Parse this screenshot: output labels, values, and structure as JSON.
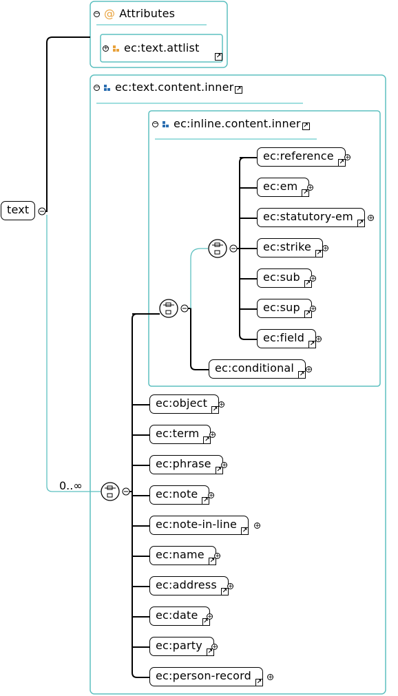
{
  "root": {
    "label": "text"
  },
  "attributes": {
    "title": "Attributes",
    "at_symbol": "@",
    "item": "ec:text.attlist"
  },
  "groups": {
    "outer": {
      "title": "ec:text.content.inner"
    },
    "inner": {
      "title": "ec:inline.content.inner"
    }
  },
  "cardinality": "0..∞",
  "inline_elements": [
    "ec:reference",
    "ec:em",
    "ec:statutory-em",
    "ec:strike",
    "ec:sub",
    "ec:sup",
    "ec:field"
  ],
  "conditional": "ec:conditional",
  "content_elements": [
    "ec:object",
    "ec:term",
    "ec:phrase",
    "ec:note",
    "ec:note-in-line",
    "ec:name",
    "ec:address",
    "ec:date",
    "ec:party",
    "ec:person-record"
  ],
  "icons": {
    "expand": "plus-circle-icon",
    "collapse": "minus-circle-icon",
    "reference": "reference-arrow-icon",
    "choice": "choice-compositor-icon",
    "group": "group-icon"
  },
  "colors": {
    "frame": "#5bbfbf",
    "attr_icon": "#e8a13a",
    "group_icon": "#2a6db0",
    "line": "#000000"
  }
}
